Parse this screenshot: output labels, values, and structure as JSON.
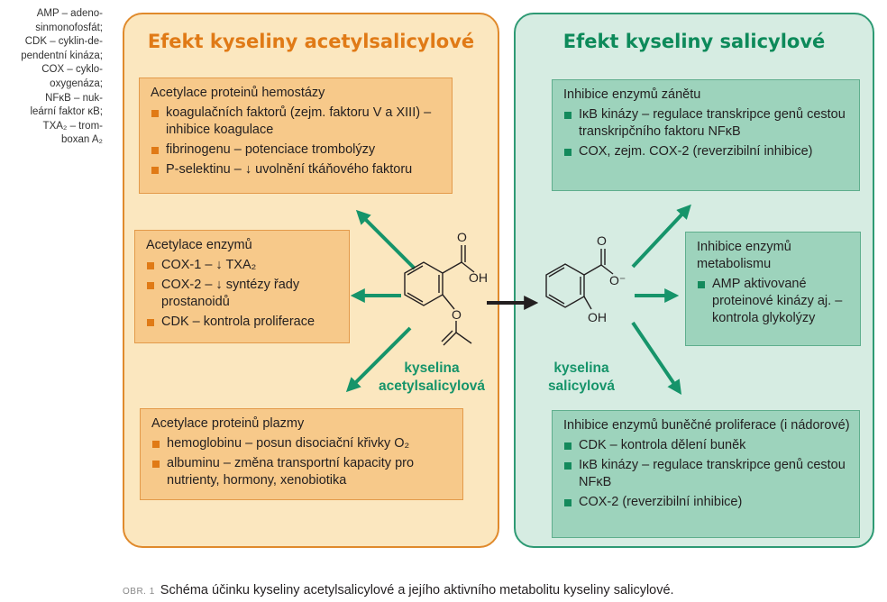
{
  "abbreviations": [
    "AMP – adeno-",
    "sinmonofosfát;",
    "CDK – cyklin-de-",
    "pendentní kináza;",
    "COX – cyklo-",
    "oxygenáza;",
    "NFκB – nuk-",
    "leární faktor κB;",
    "TXA₂ – trom-",
    "boxan A₂"
  ],
  "left_panel": {
    "title": "Efekt kyseliny acetylsalicylové",
    "boxes": [
      {
        "title": "Acetylace proteinů hemostázy",
        "items": [
          "koagulačních faktorů (zejm. faktoru V a XIII) – inhibice koagulace",
          "fibrinogenu – potenciace trombolýzy",
          "P-selektinu – ↓ uvolnění tkáňového faktoru"
        ]
      },
      {
        "title": "Acetylace enzymů",
        "items": [
          "COX-1 – ↓ TXA₂",
          "COX-2 – ↓ syntézy řady prostanoidů",
          "CDK – kontrola proliferace"
        ]
      },
      {
        "title": "Acetylace proteinů plazmy",
        "items": [
          "hemoglobinu – posun disociační křivky O₂",
          "albuminu – změna transportní kapacity pro nutrienty, hormony, xenobiotika"
        ]
      }
    ],
    "molecule_label": [
      "kyselina",
      "acetylsalicylová"
    ],
    "molecule_atoms": {
      "oh": "OH",
      "o_carbonyl": "O",
      "o_ester": "O"
    }
  },
  "right_panel": {
    "title": "Efekt kyseliny salicylové",
    "boxes": [
      {
        "title": "Inhibice enzymů zánětu",
        "items": [
          "IκB kinázy – regulace transkripce genů cestou transkripčního faktoru NFκB",
          "COX, zejm. COX-2 (reverzibilní inhibice)"
        ]
      },
      {
        "title": "Inhibice enzymů metabolismu",
        "items": [
          "AMP aktivované proteinové kinázy aj. – kontrola glykolýzy"
        ]
      },
      {
        "title": "Inhibice enzymů buněčné proliferace (i nádorové)",
        "items": [
          "CDK – kontrola dělení buněk",
          "IκB kinázy – regulace transkripce genů cestou NFκB",
          "COX-2 (reverzibilní inhibice)"
        ]
      }
    ],
    "molecule_label": [
      "kyselina",
      "salicylová"
    ],
    "molecule_atoms": {
      "o_carbonyl": "O",
      "o_minus": "O⁻",
      "oh": "OH"
    }
  },
  "caption": {
    "fig_label": "OBR. 1",
    "text": "Schéma účinku kyseliny acetylsalicylové a jejího aktivního metabolitu kyseliny salicylové."
  },
  "colors": {
    "orange_accent": "#e07a16",
    "green_accent": "#148a5c",
    "arrow_green": "#16946a",
    "arrow_black": "#231f20"
  }
}
